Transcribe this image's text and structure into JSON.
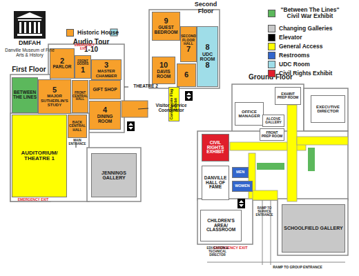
{
  "diagram": {
    "nodes": [
      {
        "text": [
          "9",
          "GUEST BEDROOM"
        ]
      },
      {
        "text": [
          "SECOND FLOOR HALL",
          "7"
        ]
      },
      {
        "text": [
          "8",
          "UDC ROOM",
          "8"
        ]
      },
      {
        "text": [
          "10",
          "DAVIS ROOM"
        ]
      },
      {
        "text": [
          "6"
        ]
      },
      {
        "text": [
          "Confederate Flag Exhibit"
        ]
      },
      {
        "text": [
          "2",
          "PARLOR"
        ]
      },
      {
        "text": [
          "FRONT DOORS",
          "1"
        ]
      },
      {
        "text": [
          "3",
          "MASTER CHAMBER"
        ]
      },
      {
        "text": [
          "BETWEEN THE LINES"
        ]
      },
      {
        "text": [
          "5",
          "MAJOR SUTHERLIN'S STUDY"
        ]
      },
      {
        "text": [
          "FRONT CENTRAL HALL"
        ]
      },
      {
        "text": [
          "GIFT SHOP"
        ]
      },
      {
        "text": [
          "4",
          "DINING ROOM"
        ]
      },
      {
        "text": [
          "AUDITORIUM/ THEATRE 1"
        ]
      },
      {
        "text": [
          "BACK CENTRAL HALL"
        ]
      },
      {
        "text": [
          "JENNINGS GALLERY"
        ]
      },
      {
        "text": [
          "OFFICE MANAGER"
        ]
      },
      {
        "text": [
          "EXHIBIT PREP ROOM"
        ]
      },
      {
        "text": [
          "EXECUTIVE DIRECTOR"
        ]
      },
      {
        "text": [
          "CIVIL RIGHTS EXHIBIT"
        ]
      },
      {
        "text": [
          "ALCOVE GALLERY"
        ]
      },
      {
        "text": [
          "FRONT PREP ROOM"
        ]
      },
      {
        "text": [
          "MEN"
        ]
      },
      {
        "text": [
          "WOMEN"
        ]
      },
      {
        "text": [
          "DANVILLE HALL OF FAME"
        ]
      },
      {
        "text": [
          "CHILDREN'S AREA/ CLASSROOM"
        ]
      },
      {
        "text": [
          "SCHOOLFIELD GALLERY"
        ]
      }
    ],
    "labels": [
      "DMFAH",
      "Danville Museum of Fine Arts & History",
      "Audio Tour 1-10",
      "Second Floor",
      "First Floor",
      "Ground Floor",
      "EMERGENCY EXIT",
      "THEATRE 2",
      "Visitor Service Coordinator",
      "MAIN ENTRANCE",
      "EMERGENCY EXIT",
      "EMERGENCY EXIT",
      "RAMP TO SERVICE ENTRANCE",
      "RAMP TO GROUP ENTRANCE",
      "EDUCATION & TECHNICAL DIRECTOR"
    ],
    "legend": [
      {
        "text": "Historic House",
        "color": "#f7a02b"
      },
      {
        "text": "\"Between The Lines\" Civil War Exhibit",
        "color": "#5cb85c"
      },
      {
        "text": "Changing Galleries",
        "color": "#c8c8c8"
      },
      {
        "text": "Elevator",
        "color": "#000000"
      },
      {
        "text": "General Access",
        "color": "#ffff00"
      },
      {
        "text": "Restrooms",
        "color": "#3366cc"
      },
      {
        "text": "UDC Room",
        "color": "#9fdde8"
      },
      {
        "text": "Civil Rights Exhibit",
        "color": "#e01e2b"
      }
    ]
  }
}
